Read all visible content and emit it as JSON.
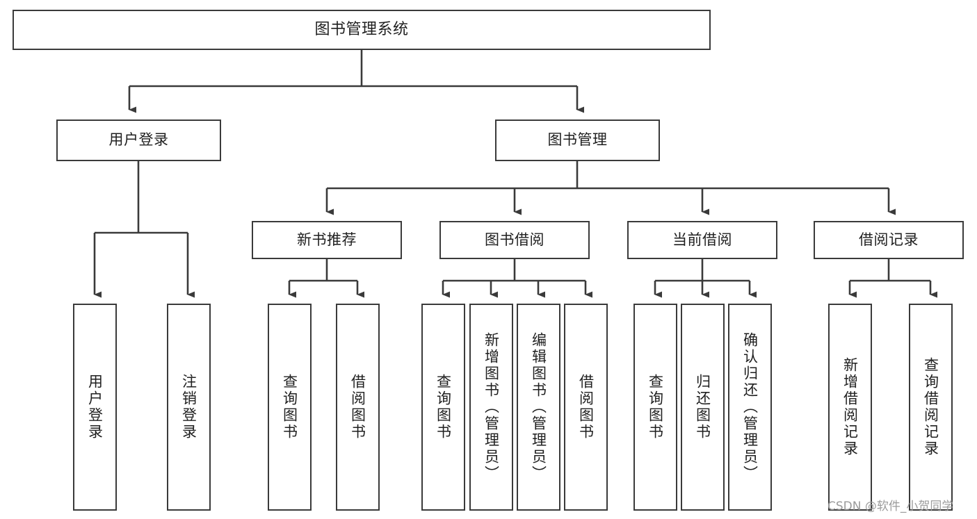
{
  "diagram": {
    "type": "tree",
    "title": "图书管理系统",
    "watermark": "CSDN @软件_小贺同学",
    "colors": {
      "box_border": "#3a3a3a",
      "box_fill": "#ffffff",
      "edge": "#3a3a3a",
      "text": "#1f1f1f",
      "watermark": "#9b9b9b",
      "background": "#ffffff"
    },
    "nodes": {
      "root": {
        "label": "图书管理系统"
      },
      "level2": [
        {
          "label": "用户登录"
        },
        {
          "label": "图书管理"
        }
      ],
      "level3": [
        {
          "label": "新书推荐"
        },
        {
          "label": "图书借阅"
        },
        {
          "label": "当前借阅"
        },
        {
          "label": "借阅记录"
        }
      ],
      "leaves_user_login": [
        {
          "label": "用户登录"
        },
        {
          "label": "注销登录"
        }
      ],
      "leaves_new_book": [
        {
          "label": "查询图书"
        },
        {
          "label": "借阅图书"
        }
      ],
      "leaves_borrow": [
        {
          "label": "查询图书"
        },
        {
          "label": "新增图书（管理员）"
        },
        {
          "label": "编辑图书（管理员）"
        },
        {
          "label": "借阅图书"
        }
      ],
      "leaves_current": [
        {
          "label": "查询图书"
        },
        {
          "label": "归还图书"
        },
        {
          "label": "确认归还（管理员）"
        }
      ],
      "leaves_record": [
        {
          "label": "新增借阅记录"
        },
        {
          "label": "查询借阅记录"
        }
      ]
    }
  }
}
